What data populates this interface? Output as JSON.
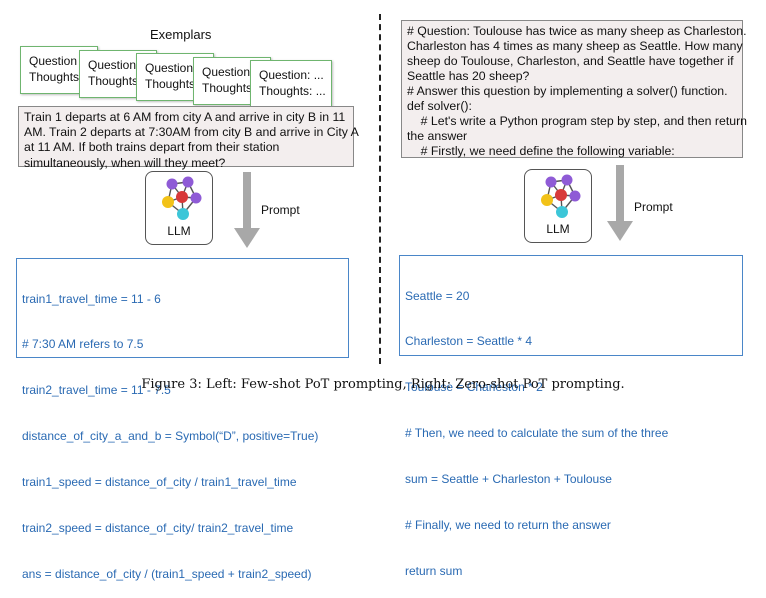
{
  "left": {
    "exemplars_label": "Exemplars",
    "cards": [
      {
        "line1": "Question",
        "line2": "Thoughts"
      },
      {
        "line1": "Question",
        "line2": "Thoughts"
      },
      {
        "line1": "Question",
        "line2": "Thoughts"
      },
      {
        "line1": "Question",
        "line2": "Thoughts"
      },
      {
        "line1": "Question: ...",
        "line2": "Thoughts: ..."
      }
    ],
    "question_lines": [
      "Train 1 departs at 6 AM from city A and arrive in city B in 11",
      "AM. Train 2 departs at 7:30AM from city B and arrive in City A",
      "at 11 AM.  If both trains depart from their station",
      "simultaneously, when will they meet?"
    ],
    "llm_label": "LLM",
    "prompt_label": "Prompt",
    "code_lines": [
      "train1_travel_time = 11 - 6",
      "# 7:30 AM refers to 7.5",
      "train2_travel_time = 11 - 7.5",
      "distance_of_city_a_and_b = Symbol(“D”, positive=True)",
      "train1_speed = distance_of_city / train1_travel_time",
      "train2_speed = distance_of_city/ train2_travel_time",
      "ans = distance_of_city / (train1_speed + train2_speed)"
    ]
  },
  "right": {
    "question_lines": [
      "# Question: Toulouse has twice as many sheep as Charleston.",
      "Charleston has 4 times as many sheep as Seattle. How many",
      "sheep do Toulouse, Charleston, and Seattle have together if",
      "Seattle has 20 sheep?",
      "# Answer this question by implementing a solver() function.",
      "def solver():",
      "    # Let's write a Python program step by step, and then return",
      "the answer",
      "    # Firstly, we need define the following variable:"
    ],
    "llm_label": "LLM",
    "prompt_label": "Prompt",
    "code_lines": [
      "Seattle = 20",
      "Charleston = Seattle * 4",
      "Toulouse = Charleston * 2",
      "# Then, we need to calculate the sum of the three",
      "sum = Seattle + Charleston + Toulouse",
      "# Finally, we need to return the answer",
      "return sum"
    ]
  },
  "colors": {
    "node_purple": "#8f5bd6",
    "node_red": "#d83a3a",
    "node_yellow": "#f2c218",
    "node_cyan": "#3cc6d8",
    "code_blue": "#2a6ab3",
    "arrow_gray": "#a8a8a8"
  },
  "caption": "Figure 3: Left: Few-shot PoT prompting, Right: Zero-shot PoT prompting."
}
